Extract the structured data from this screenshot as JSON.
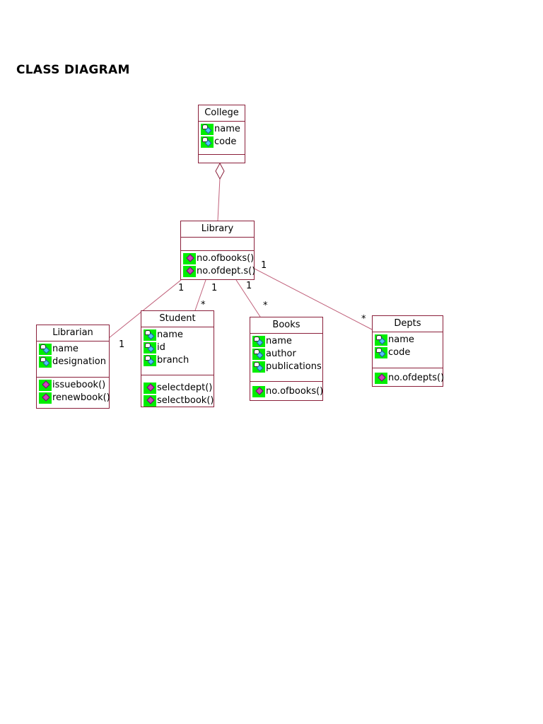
{
  "page": {
    "title": "CLASS DIAGRAM"
  },
  "classes": {
    "college": {
      "name": "College",
      "attributes": [
        "name",
        "code"
      ],
      "operations": []
    },
    "library": {
      "name": "Library",
      "attributes": [],
      "operations": [
        "no.ofbooks()",
        "no.ofdept.s()"
      ]
    },
    "librarian": {
      "name": "Librarian",
      "attributes": [
        "name",
        "designation"
      ],
      "operations": [
        "issuebook()",
        "renewbook()"
      ]
    },
    "student": {
      "name": "Student",
      "attributes": [
        "name",
        "id",
        "branch"
      ],
      "operations": [
        "selectdept()",
        "selectbook()"
      ]
    },
    "books": {
      "name": "Books",
      "attributes": [
        "name",
        "author",
        "publications"
      ],
      "operations": [
        "no.ofbooks()"
      ]
    },
    "depts": {
      "name": "Depts",
      "attributes": [
        "name",
        "code"
      ],
      "operations": [
        "no.ofdepts()"
      ]
    }
  },
  "multiplicities": {
    "library_librarian": "1",
    "librarian_end": "1",
    "library_student": "1",
    "student_end": "*",
    "library_books": "1",
    "books_end": "*",
    "library_depts": "1",
    "depts_end": "*"
  },
  "colors": {
    "border": "#8a1f3a",
    "icon_bg": "#00ee00",
    "line": "#c0607a"
  },
  "icons": {
    "attribute": "private-attribute-icon",
    "operation": "operation-icon"
  }
}
